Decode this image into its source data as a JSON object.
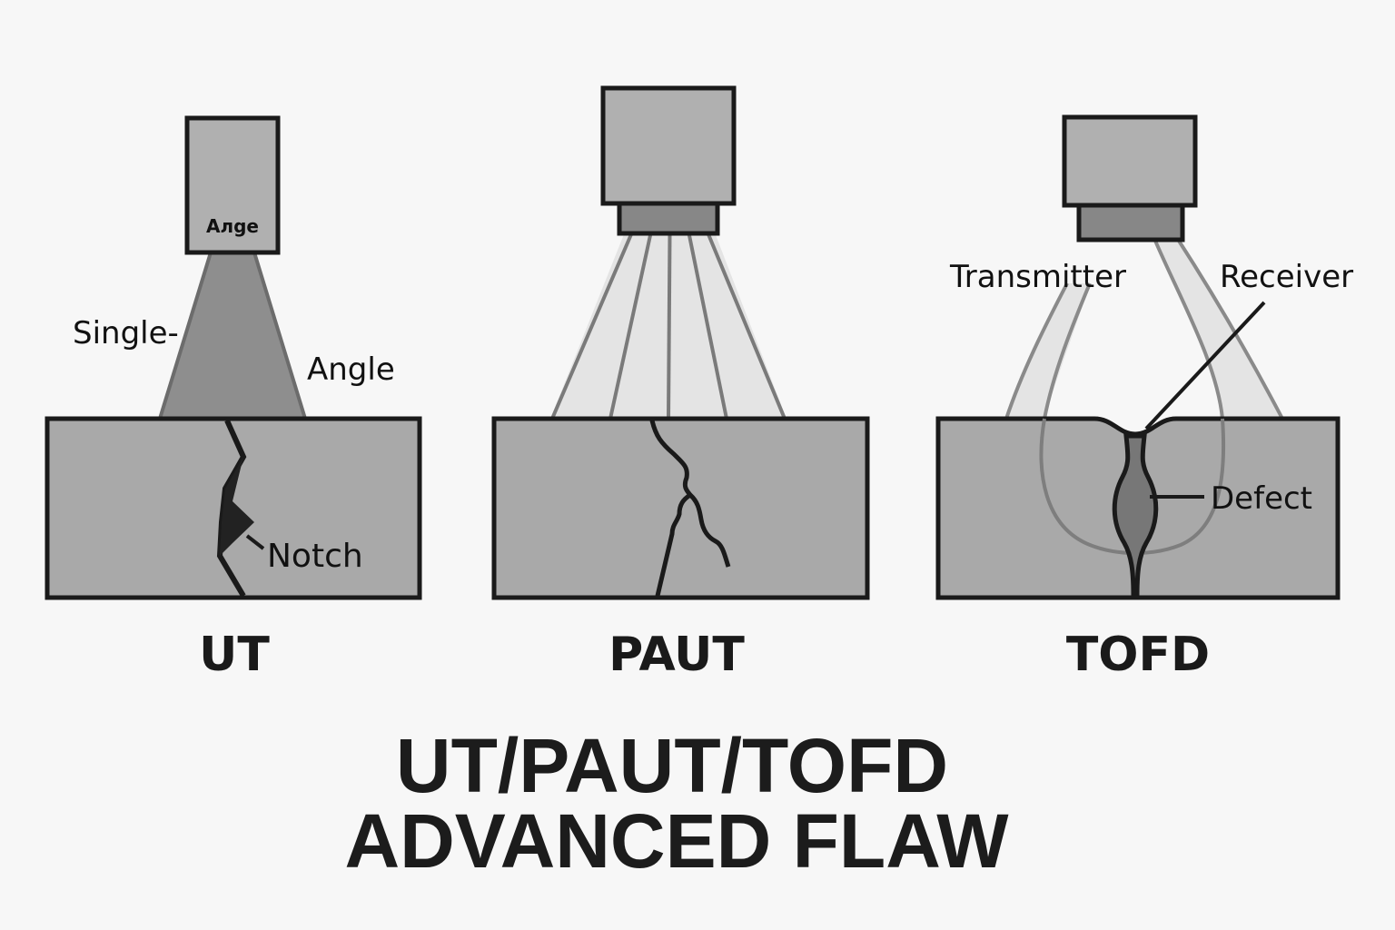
{
  "figure": {
    "title_line1": "UT/PAUT/TOFD",
    "title_line2": "ADVANCED FLAW"
  },
  "panels": [
    {
      "id": "ut",
      "title": "UT",
      "probe_label": "Алgе",
      "labels": {
        "single": "Single-",
        "angle": "Angle",
        "notch": "Notch"
      }
    },
    {
      "id": "paut",
      "title": "PAUT",
      "beam_count": 5
    },
    {
      "id": "tofd",
      "title": "TOFD",
      "labels": {
        "transmitter": "Transmitter",
        "receiver": "Receiver",
        "defect": "Defect"
      }
    }
  ],
  "colors": {
    "background": "#f7f7f7",
    "outline": "#1a1a1a",
    "block_fill": "#a9a9a9",
    "probe_fill": "#b0b0b0",
    "wedge_fill": "#7e7e7e",
    "beam_dark": "#8e8e8e",
    "beam_light": "#e4e4e4",
    "beam_line": "#7a7a7a",
    "defect_fill": "#777777",
    "crack": "#1a1a1a"
  }
}
